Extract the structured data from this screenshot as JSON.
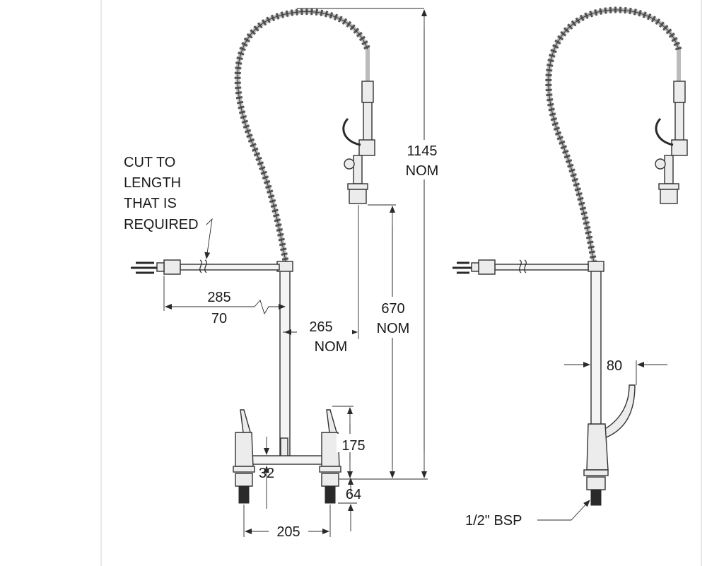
{
  "notes": {
    "cut_line1": "CUT TO",
    "cut_line2": "LENGTH",
    "cut_line3": "THAT IS",
    "cut_line4": "REQUIRED"
  },
  "dimensions": {
    "total_height_value": "1145",
    "total_height_unit": "NOM",
    "spray_height_value": "670",
    "spray_height_unit": "NOM",
    "arm_offset_a": "285",
    "arm_offset_b": "70",
    "reach_value": "265",
    "reach_unit": "NOM",
    "tap_height": "175",
    "base_offset": "32",
    "shank_length": "64",
    "tap_centres": "205",
    "side_offset": "80",
    "thread_label": "1/2\" BSP"
  }
}
